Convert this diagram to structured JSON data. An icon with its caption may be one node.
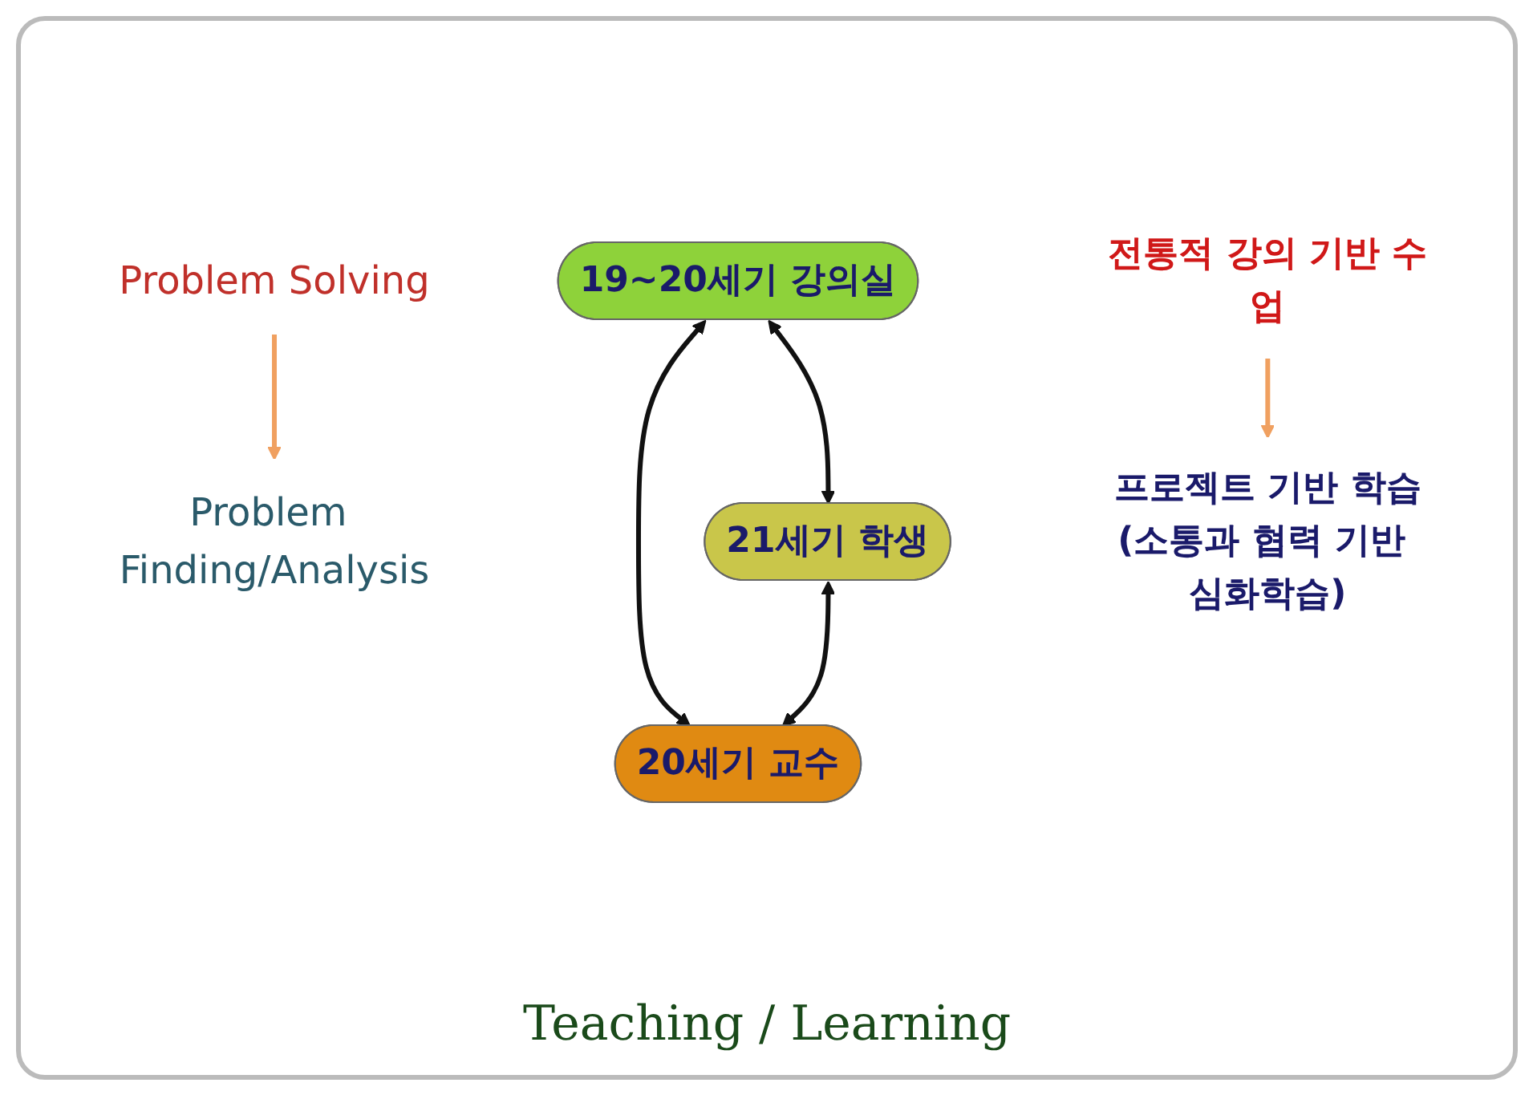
{
  "diagram": {
    "nodes": [
      {
        "text": [
          "19~20세기 강의실"
        ]
      },
      {
        "text": [
          "20세기 교수"
        ]
      },
      {
        "text": [
          "21세기 학생"
        ]
      },
      {
        "text": [
          "Problem Solving"
        ]
      },
      {
        "text": [
          "Problem Finding/Analysis"
        ]
      },
      {
        "text": [
          "전통적 강의 기반 수업"
        ]
      },
      {
        "text": [
          "프로젝트 기반 학습",
          "(소통과 협력 기반 심화학습)"
        ]
      }
    ],
    "edges": [
      {
        "from": 0,
        "to": 1,
        "arrow": "both"
      },
      {
        "from": 0,
        "to": 2,
        "arrow": "both"
      },
      {
        "from": 2,
        "to": 1,
        "arrow": "both"
      },
      {
        "from": 3,
        "to": 4,
        "arrow": "to",
        "color": "#f0a060"
      },
      {
        "from": 5,
        "to": 6,
        "arrow": "to",
        "color": "#f0a060"
      }
    ],
    "labels": [
      "Teaching / Learning"
    ]
  }
}
